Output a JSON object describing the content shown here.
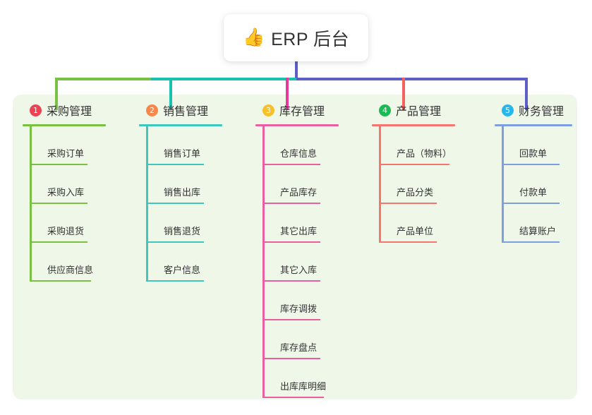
{
  "diagram": {
    "type": "mindmap",
    "root": {
      "icon": "thumbs-up-icon",
      "icon_glyph": "👍",
      "title": "ERP 后台"
    },
    "palette": {
      "panel_bg": "#eff7e9",
      "root_stem": "#5b5fc7",
      "bus_green": "#7ac143",
      "bus_teal": "#19c2ae",
      "bus_purple": "#5b5fc7"
    },
    "branches": [
      {
        "number": "1",
        "title": "采购管理",
        "badge_color": "#ec4352",
        "line_color": "#7ac143",
        "rule_width": 118,
        "items": [
          {
            "label": "采购订单"
          },
          {
            "label": "采购入库"
          },
          {
            "label": "采购退货"
          },
          {
            "label": "供应商信息"
          }
        ]
      },
      {
        "number": "2",
        "title": "销售管理",
        "badge_color": "#f5884a",
        "line_color": "#3ec7bb",
        "rule_width": 118,
        "items": [
          {
            "label": "销售订单"
          },
          {
            "label": "销售出库"
          },
          {
            "label": "销售退货"
          },
          {
            "label": "客户信息"
          }
        ]
      },
      {
        "number": "3",
        "title": "库存管理",
        "badge_color": "#f7c12a",
        "line_color": "#e8609f",
        "rule_width": 118,
        "items": [
          {
            "label": "仓库信息"
          },
          {
            "label": "产品库存"
          },
          {
            "label": "其它出库"
          },
          {
            "label": "其它入库"
          },
          {
            "label": "库存调拨"
          },
          {
            "label": "库存盘点"
          },
          {
            "label": "出库库明细"
          }
        ]
      },
      {
        "number": "4",
        "title": "产品管理",
        "badge_color": "#1db954",
        "line_color": "#f4766f",
        "rule_width": 118,
        "items": [
          {
            "label": "产品（物料）"
          },
          {
            "label": "产品分类"
          },
          {
            "label": "产品单位"
          }
        ]
      },
      {
        "number": "5",
        "title": "财务管理",
        "badge_color": "#29b6e8",
        "line_color": "#7d9fe0",
        "rule_width": 110,
        "items": [
          {
            "label": "回款单"
          },
          {
            "label": "付款单"
          },
          {
            "label": "结算账户"
          }
        ]
      }
    ]
  }
}
